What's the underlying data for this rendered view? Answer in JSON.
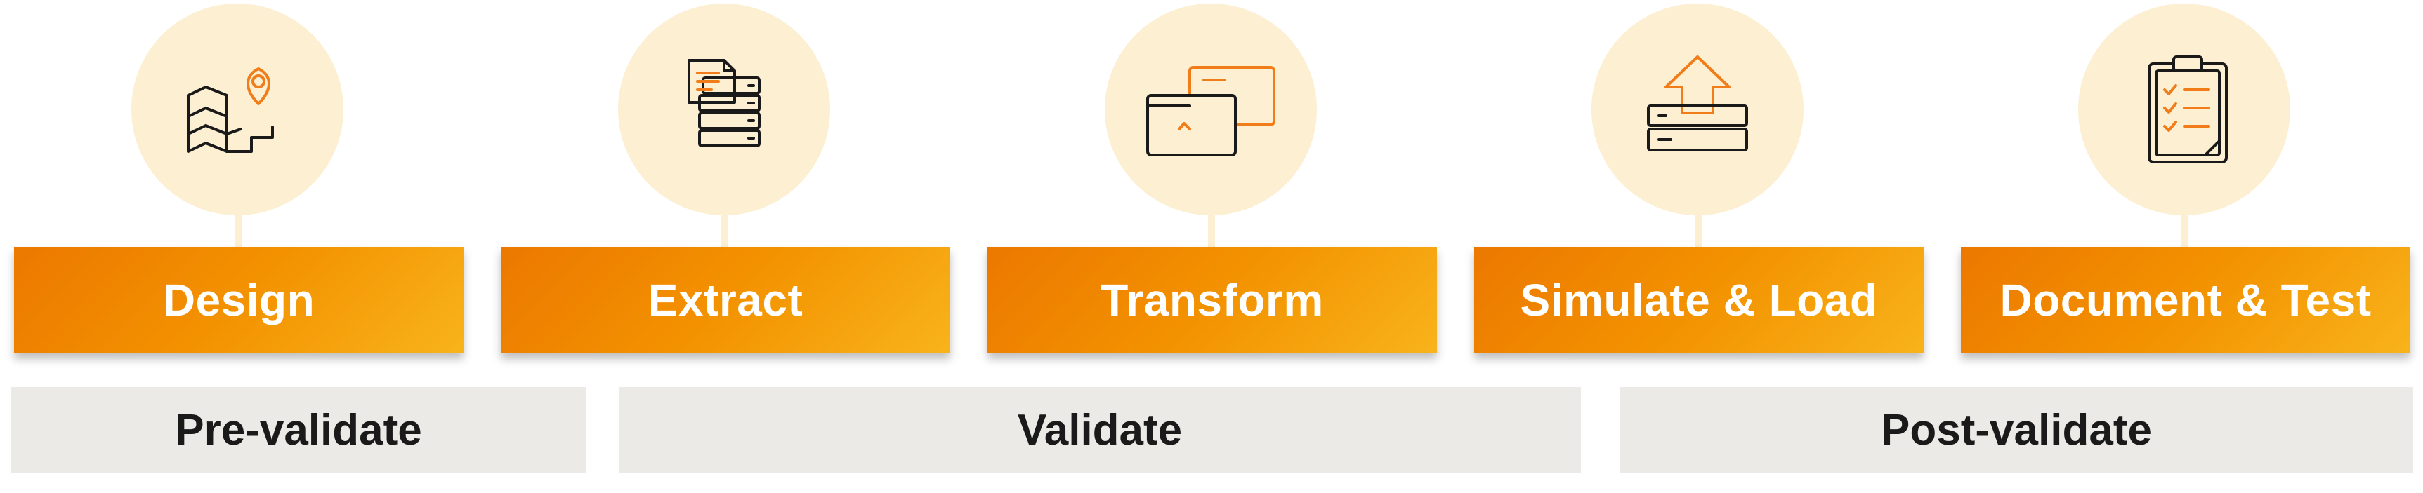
{
  "steps": [
    {
      "label": "Design",
      "icon": "map-pin-icon"
    },
    {
      "label": "Extract",
      "icon": "documents-stack-icon"
    },
    {
      "label": "Transform",
      "icon": "transform-windows-icon"
    },
    {
      "label": "Simulate & Load",
      "icon": "upload-server-icon"
    },
    {
      "label": "Document & Test",
      "icon": "clipboard-checklist-icon"
    }
  ],
  "phases": [
    {
      "label": "Pre-validate"
    },
    {
      "label": "Validate"
    },
    {
      "label": "Post-validate"
    }
  ],
  "colors": {
    "bar_start": "#ec7800",
    "bar_end": "#f8b31b",
    "circle": "#fcefd2",
    "phase_bg": "#ebeae7",
    "icon_accent": "#f07d1a",
    "icon_line": "#1a1a1a"
  }
}
